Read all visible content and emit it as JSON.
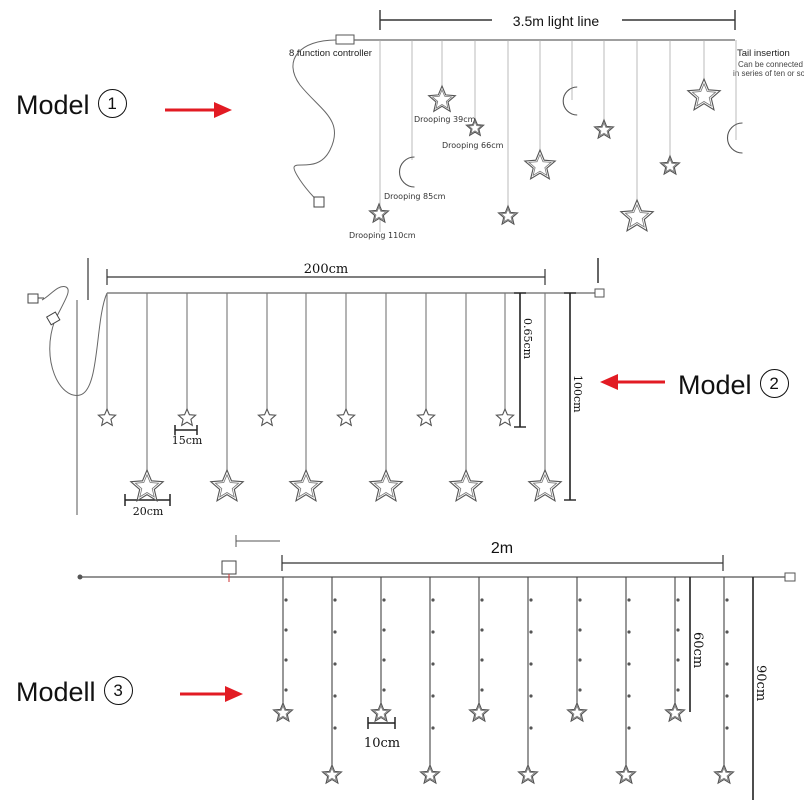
{
  "model1": {
    "label": "Model",
    "number": "①",
    "length_label": "3.5m light line",
    "controller_label": "8 function controller",
    "tail_label": "Tail insertion",
    "tail_note_line1": "Can be connected",
    "tail_note_line2": "in series of ten or so",
    "drop_39": "Drooping 39cm",
    "drop_66": "Drooping 66cm",
    "drop_85": "Drooping 85cm",
    "drop_110": "Drooping 110cm"
  },
  "model2": {
    "label": "Model",
    "number": "②",
    "length_label": "200cm",
    "short_drop_label": "0.65cm",
    "long_drop_label": "100cm",
    "small_star_label": "15cm",
    "big_star_label": "20cm"
  },
  "model3": {
    "label": "Modell",
    "number": "③",
    "length_label": "2m",
    "short_drop_label": "60cm",
    "long_drop_label": "90cm",
    "star_label": "10cm"
  },
  "colors": {
    "arrow": "#e21b23",
    "line": "#555555",
    "text": "#111111"
  }
}
